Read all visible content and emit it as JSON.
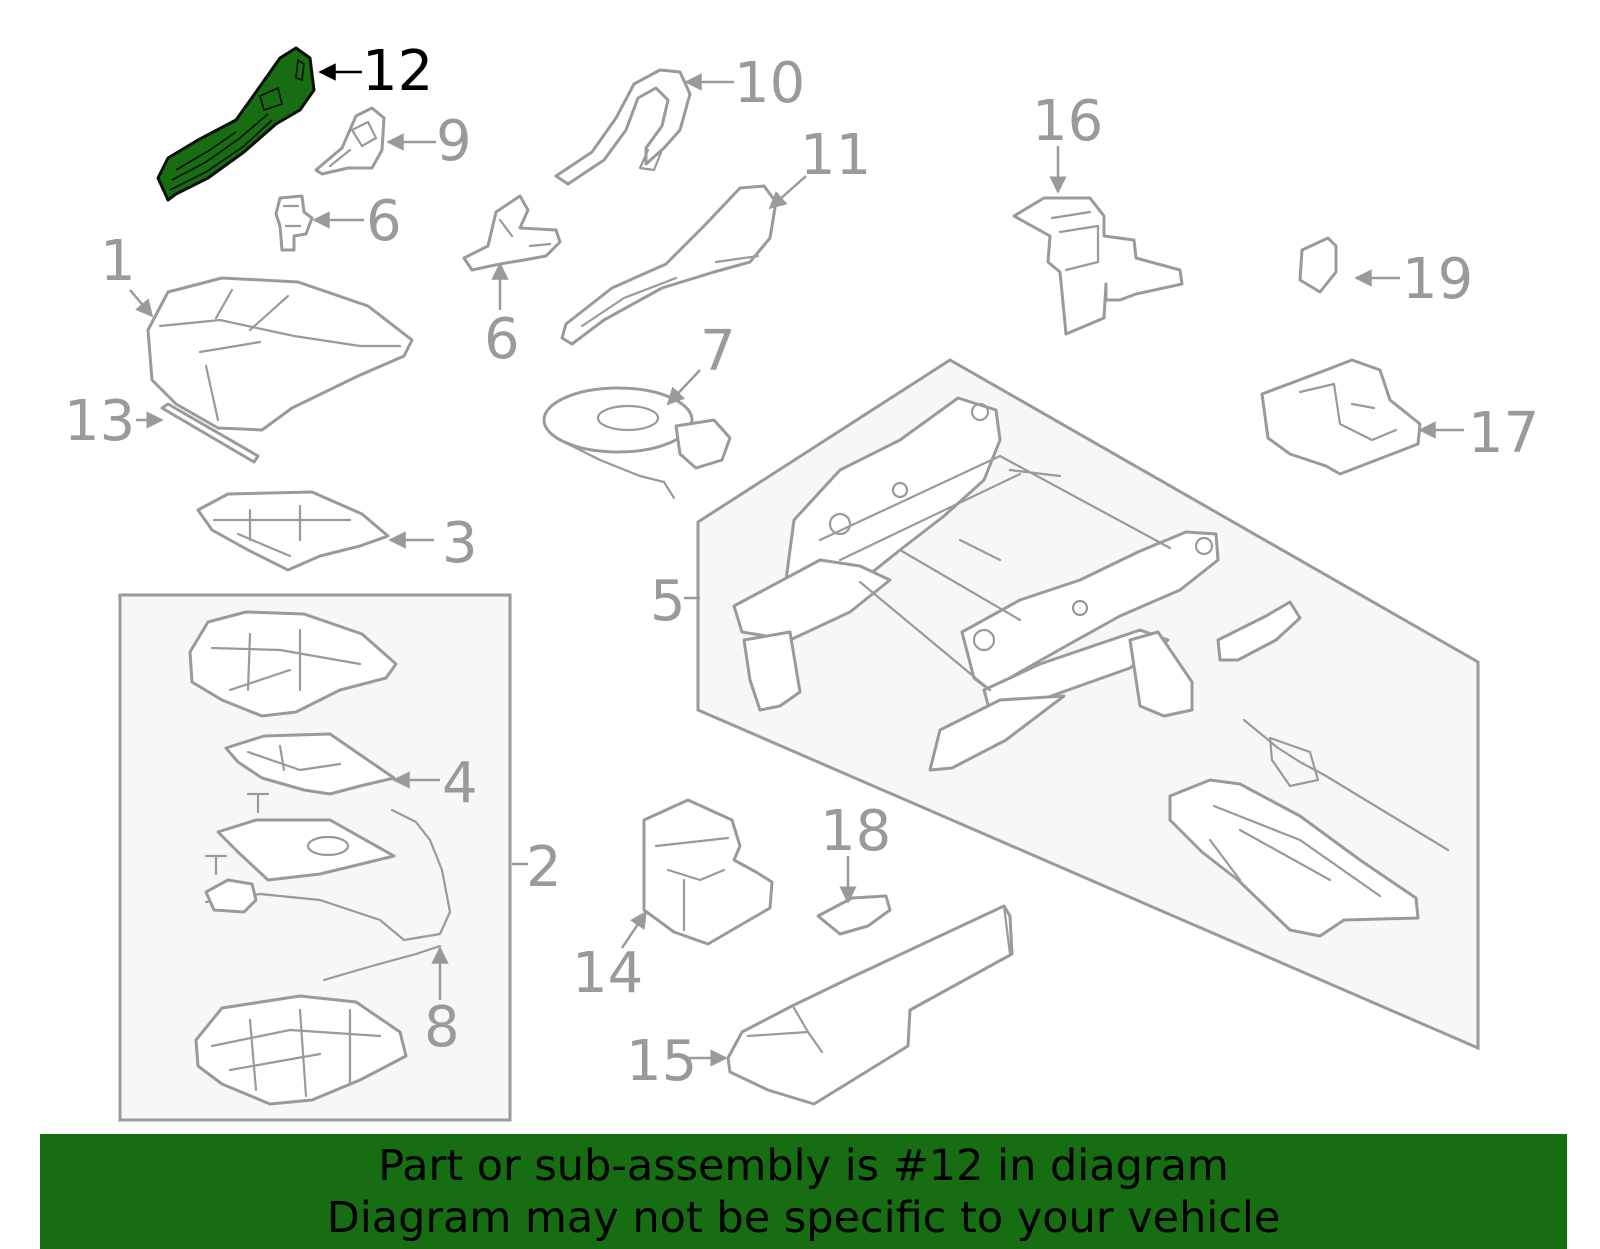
{
  "callouts": {
    "c1": "1",
    "c2": "2",
    "c3": "3",
    "c4": "4",
    "c5": "5",
    "c6a": "6",
    "c6b": "6",
    "c7": "7",
    "c8": "8",
    "c9": "9",
    "c10": "10",
    "c11": "11",
    "c12": "12",
    "c13": "13",
    "c14": "14",
    "c15": "15",
    "c16": "16",
    "c17": "17",
    "c18": "18",
    "c19": "19"
  },
  "highlight_color": "#176d12",
  "line_color": "#9a9a9a",
  "banner": {
    "line1": "Part or sub-assembly is #12 in diagram",
    "line2": "Diagram may not be specific to your vehicle"
  }
}
